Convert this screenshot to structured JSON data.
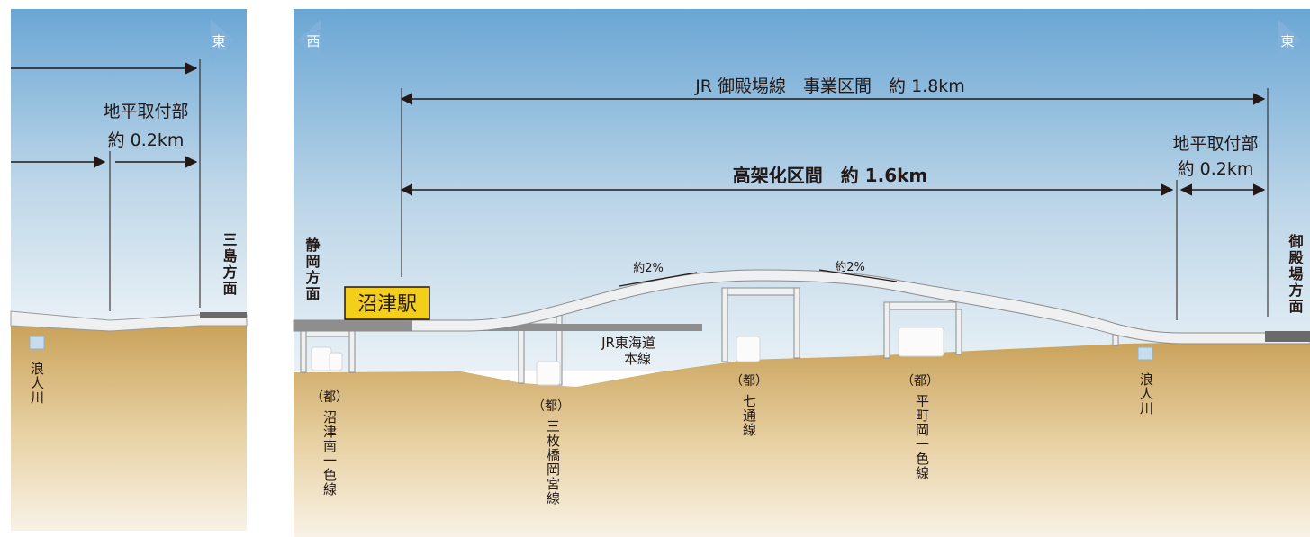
{
  "compass": {
    "east": "東",
    "west": "西"
  },
  "spans": {
    "project_section": "JR 御殿場線　事業区間　約 1.8km",
    "elevated_section": "高架化区間　約 1.6km",
    "ground_connection_title": "地平取付部",
    "ground_connection_length": "約 0.2km"
  },
  "directions": {
    "shizuoka": "静岡方面",
    "mishima": "三島方面",
    "gotemba": "御殿場方面"
  },
  "station": "沼津駅",
  "gradients": {
    "up": "約2%",
    "down": "約2%"
  },
  "tokaido_line": {
    "line1": "JR東海道",
    "line2": "本線"
  },
  "river": "浪人川",
  "roads": {
    "prefix": "（都）",
    "numazu_minami_isshiki": "沼津南一色線",
    "mimaibashi_okamiya": "三枚橋岡宮線",
    "nana_dori": "七通線",
    "hiramachi_oka_isshiki": "平町岡一色線"
  },
  "colors": {
    "sky_top": "#6aa6d4",
    "sky_bottom": "#e9f1f6",
    "ground_top": "#c9a25a",
    "ground_bottom": "#f8f2e6",
    "station_fill": "#f3cf1c",
    "compass_arrow": "#7fb1db",
    "structure": "#eef0f1"
  }
}
